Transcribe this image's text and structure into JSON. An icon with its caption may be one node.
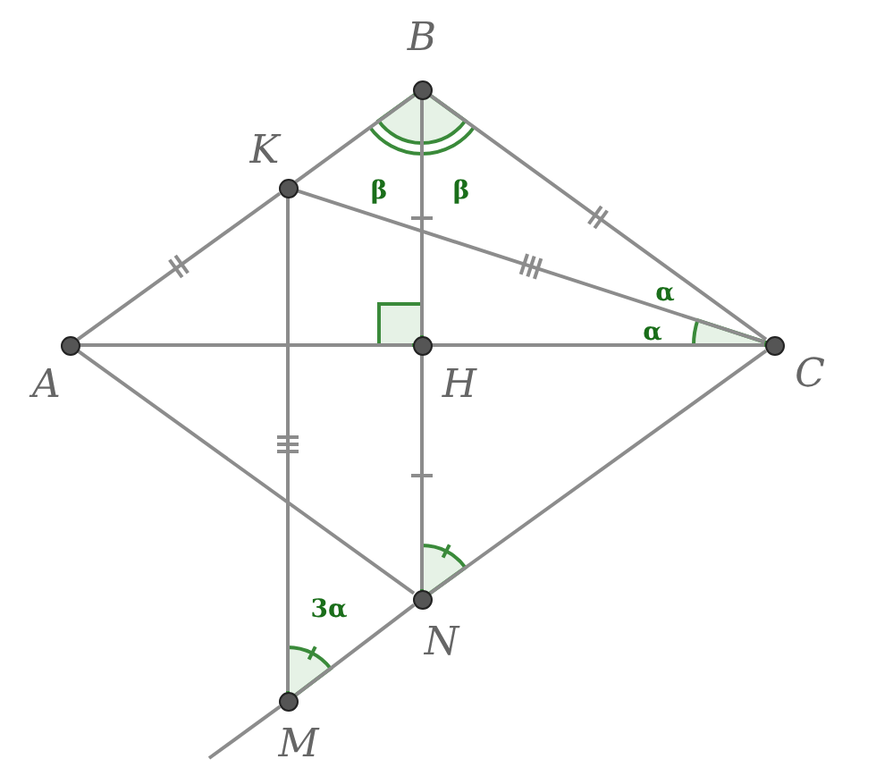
{
  "diagram": {
    "nodes": [
      {
        "text": [
          "B"
        ]
      },
      {
        "text": [
          "K"
        ]
      },
      {
        "text": [
          "A"
        ]
      },
      {
        "text": [
          "H"
        ]
      },
      {
        "text": [
          "C"
        ]
      },
      {
        "text": [
          "N"
        ]
      },
      {
        "text": [
          "M"
        ]
      }
    ],
    "edges": [
      {
        "from": 2,
        "to": 1,
        "arrow": "none"
      },
      {
        "from": 1,
        "to": 0,
        "arrow": "none"
      },
      {
        "from": 0,
        "to": 4,
        "arrow": "none"
      },
      {
        "from": 2,
        "to": 3,
        "arrow": "none"
      },
      {
        "from": 3,
        "to": 4,
        "arrow": "none"
      },
      {
        "from": 0,
        "to": 3,
        "arrow": "none"
      },
      {
        "from": 3,
        "to": 5,
        "arrow": "none"
      },
      {
        "from": 1,
        "to": 4,
        "arrow": "none"
      },
      {
        "from": 1,
        "to": 6,
        "arrow": "none"
      },
      {
        "from": 2,
        "to": 5,
        "arrow": "none"
      },
      {
        "from": 4,
        "to": 5,
        "arrow": "none"
      },
      {
        "from": 5,
        "to": 6,
        "arrow": "none"
      },
      {
        "from": 6,
        "to": null,
        "arrow": "none"
      }
    ],
    "labels": [
      "β",
      "β",
      "α",
      "α",
      "3α"
    ]
  }
}
